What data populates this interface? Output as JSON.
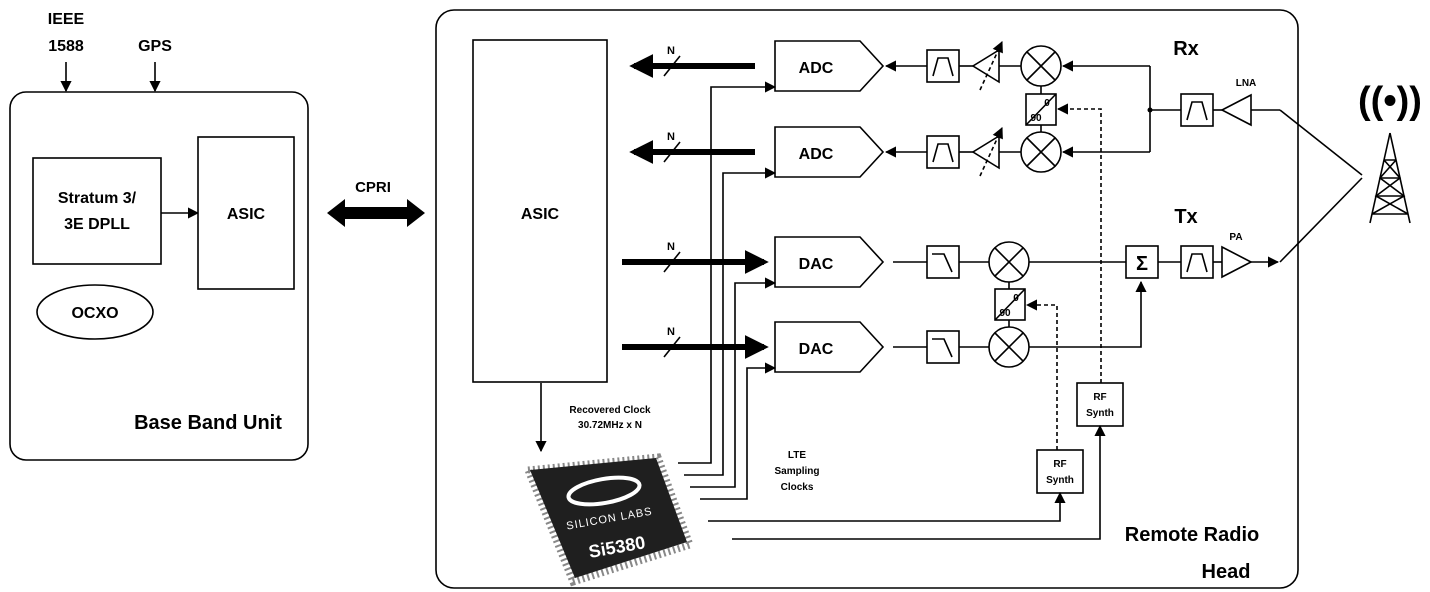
{
  "bbu": {
    "input_ieee": [
      "IEEE",
      "1588"
    ],
    "input_gps": "GPS",
    "dpll": [
      "Stratum 3/",
      "3E DPLL"
    ],
    "asic": "ASIC",
    "ocxo": "OCXO",
    "title": "Base Band Unit"
  },
  "link": {
    "label": "CPRI"
  },
  "rrh": {
    "asic": "ASIC",
    "bus_width": "N",
    "adc": "ADC",
    "dac": "DAC",
    "phase": [
      "0",
      "90"
    ],
    "sum": "Σ",
    "rx": "Rx",
    "tx": "Tx",
    "lna": "LNA",
    "pa": "PA",
    "rf_synth": [
      "RF",
      "Synth"
    ],
    "recovered_clock": [
      "Recovered Clock",
      "30.72MHz x N"
    ],
    "lte_clocks": [
      "LTE",
      "Sampling",
      "Clocks"
    ],
    "chip_brand": "SILICON LABS",
    "chip_part": "Si5380",
    "title": [
      "Remote Radio",
      "Head"
    ]
  },
  "antenna": {
    "waves": "((•))"
  }
}
